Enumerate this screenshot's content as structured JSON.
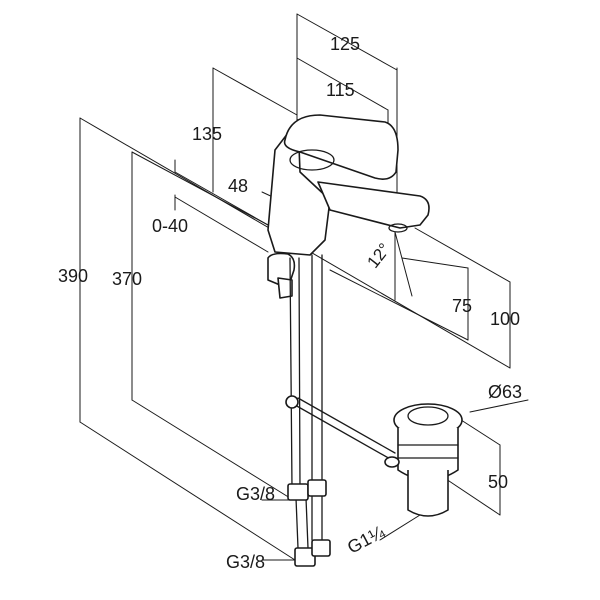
{
  "dimensions": {
    "spout_reach": "125",
    "handle_reach": "115",
    "lever_height": "135",
    "spout_offset": "48",
    "deck_thickness": "0-40",
    "total_height": "390",
    "body_height": "370",
    "spout_angle": "12°",
    "outlet_height": "75",
    "spout_height": "100",
    "drain_diameter": "Ø63",
    "drain_height": "50",
    "connection_upper": "G3/8",
    "connection_lower": "G3/8",
    "drain_thread": "G1¼"
  }
}
